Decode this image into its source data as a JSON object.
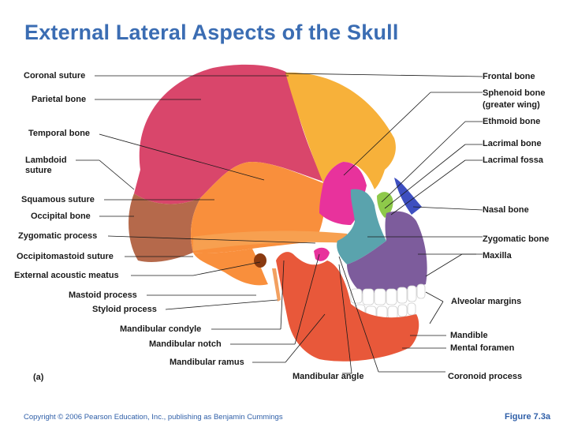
{
  "title": "External Lateral Aspects of the Skull",
  "left_labels": [
    "Coronal suture",
    "Parietal bone",
    "Temporal bone",
    "Lambdoid suture",
    "Squamous suture",
    "Occipital bone",
    "Zygomatic process",
    "Occipitomastoid suture",
    "External acoustic meatus",
    "Mastoid process",
    "Styloid process",
    "Mandibular condyle",
    "Mandibular notch",
    "Mandibular ramus"
  ],
  "right_labels": [
    "Frontal bone",
    "Sphenoid bone (greater wing)",
    "Ethmoid bone",
    "Lacrimal bone",
    "Lacrimal fossa",
    "Nasal bone",
    "Zygomatic bone",
    "Maxilla",
    "Alveolar margins",
    "Mandible",
    "Mental foramen",
    "Coronoid process",
    "Mandibular angle"
  ],
  "panel_label": "(a)",
  "copyright": "Copyright © 2006 Pearson Education, Inc., publishing as Benjamin Cummings",
  "figure_label": "Figure 7.3a",
  "colors": {
    "title": "#3b6db3",
    "frontal": "#f7b13a",
    "parietal": "#d9466b",
    "temporal": "#f98f3c",
    "occipital": "#b5694b",
    "sphenoid": "#e8329c",
    "zygomatic": "#5aa3ad",
    "maxilla": "#7d5c9c",
    "mandible": "#e8583a",
    "nasal": "#3e4fc0"
  }
}
